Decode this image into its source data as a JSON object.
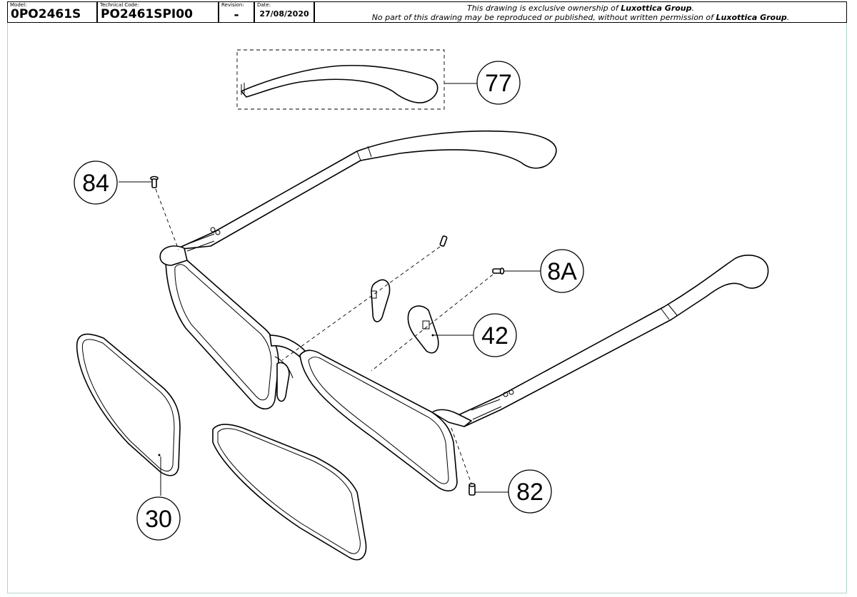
{
  "title_block": {
    "model_label": "Model:",
    "model_value": "0PO2461S",
    "technical_code_label": "Technical Code:",
    "technical_code_value": "PO2461SPI00",
    "revision_label": "Revision:",
    "revision_value": "-",
    "date_label": "Date:",
    "date_value": "27/08/2020",
    "notice_line1_pre": "This drawing is exclusive ownership of ",
    "notice_line1_company": "Luxottica Group",
    "notice_line1_post": ".",
    "notice_line2_pre": "No part of this drawing may be reproduced or published, without written permission of ",
    "notice_line2_company": "Luxottica Group",
    "notice_line2_post": "."
  },
  "callouts": {
    "temple_tip": "77",
    "hinge_screw_top": "84",
    "nose_pad_screw": "8A",
    "nose_pad": "42",
    "lens": "30",
    "hinge_screw_bottom": "82"
  }
}
